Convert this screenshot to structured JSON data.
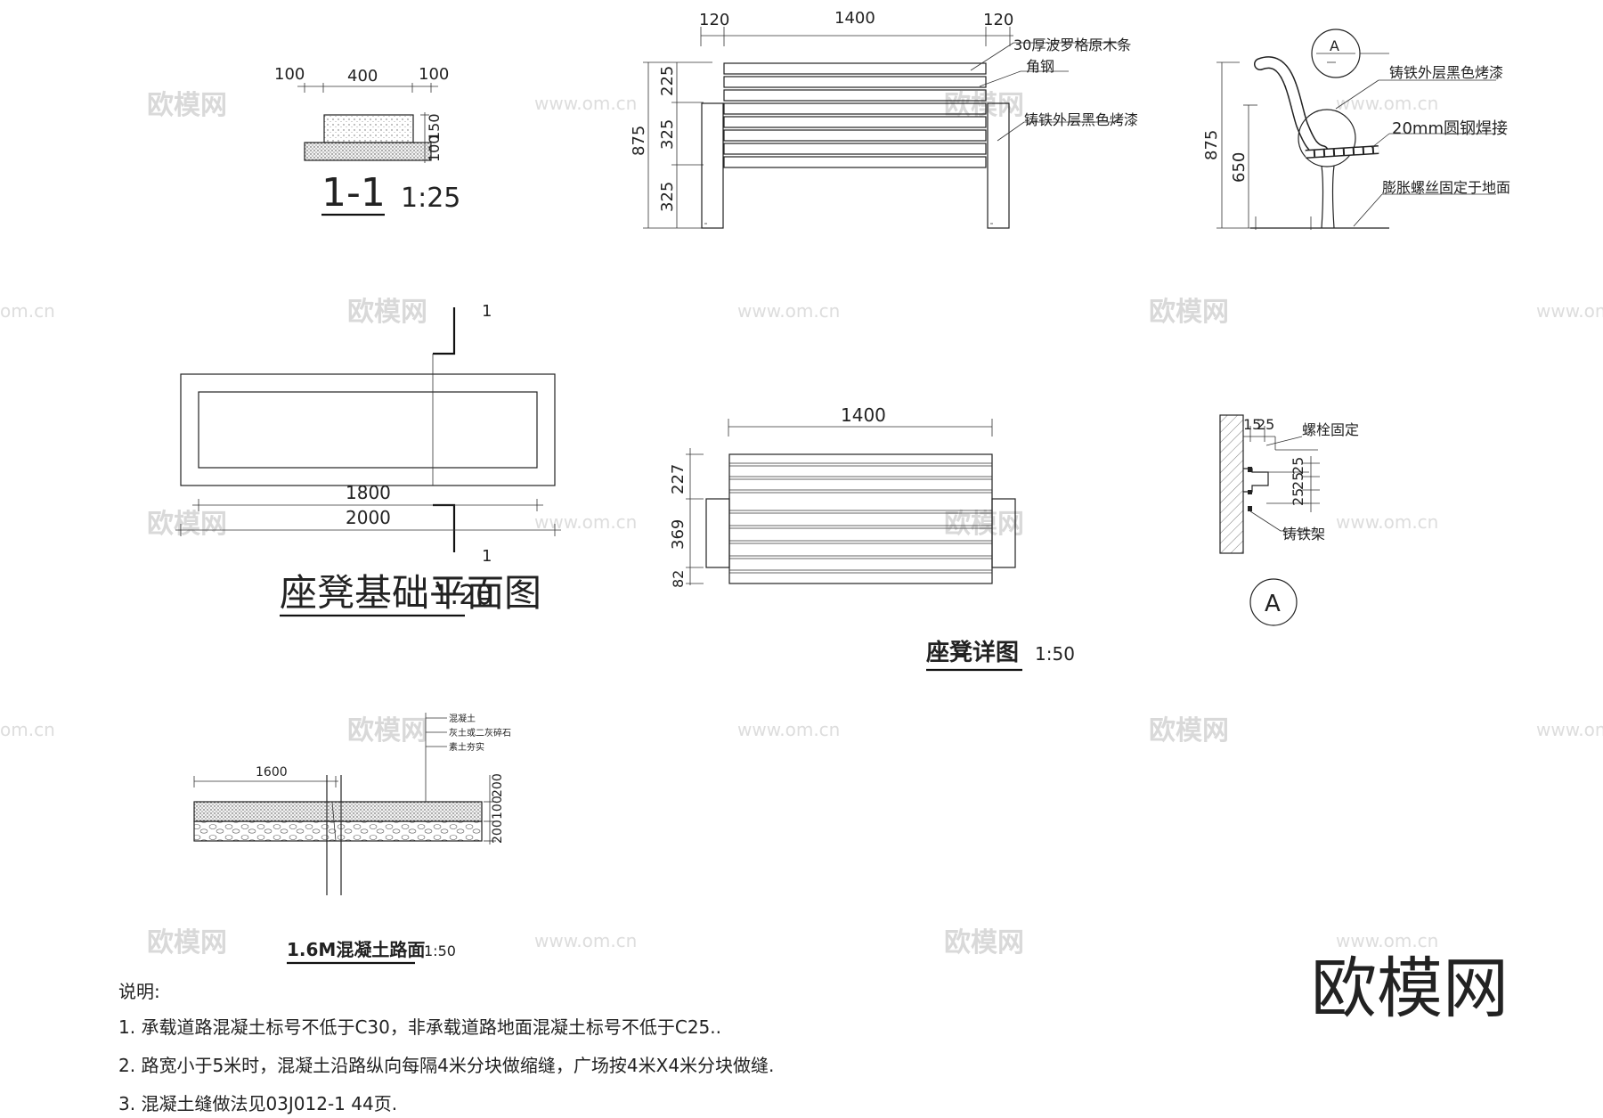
{
  "watermarks": {
    "brand": "欧模网",
    "url": "www.om.cn",
    "url_partial": "om.cn"
  },
  "section_1_1": {
    "title": "1-1",
    "scale": "1:25",
    "dims_top": [
      "100",
      "400",
      "100"
    ],
    "dims_side": [
      "150",
      "100"
    ]
  },
  "elevation": {
    "dims_top": [
      "120",
      "1400",
      "120"
    ],
    "dims_left": [
      "875",
      "225",
      "325",
      "325"
    ],
    "labels": [
      "30厚波罗格原木条",
      "角钢",
      "铸铁外层黑色烤漆"
    ]
  },
  "side_view": {
    "callout_letter": "A",
    "dims_left": [
      "875",
      "650"
    ],
    "labels": [
      "铸铁外层黑色烤漆",
      "20mm圆钢焊接",
      "膨胀螺丝固定于地面"
    ]
  },
  "plan": {
    "title": "座凳基础平面图",
    "overlap_text": "1:20",
    "cut_label": "1",
    "dims": [
      "1800",
      "2000"
    ]
  },
  "seat_plan": {
    "dim_top": "1400",
    "dims_left": [
      "227",
      "369",
      "82"
    ]
  },
  "detail_a": {
    "dims": [
      "15",
      "25",
      "25",
      "25",
      "25"
    ],
    "labels": [
      "螺栓固定",
      "铸铁架"
    ],
    "callout": "A"
  },
  "bench_detail_title": {
    "title": "座凳详图",
    "scale": "1:50"
  },
  "pavement": {
    "dim_top": "1600",
    "dims_right": [
      "200",
      "100",
      "200"
    ],
    "labels": [
      "混凝土",
      "灰土或二灰碎石",
      "素土夯实"
    ],
    "title": "1.6M混凝土路面",
    "scale": "1:50"
  },
  "notes": {
    "heading": "说明:",
    "items": [
      "1.  承载道路混凝土标号不低于C30，非承载道路地面混凝土标号不低于C25..",
      "2.    路宽小于5米时，混凝土沿路纵向每隔4米分块做缩缝，广场按4米X4米分块做缝.",
      "3.  混凝土缝做法见03J012-1        44页."
    ]
  }
}
